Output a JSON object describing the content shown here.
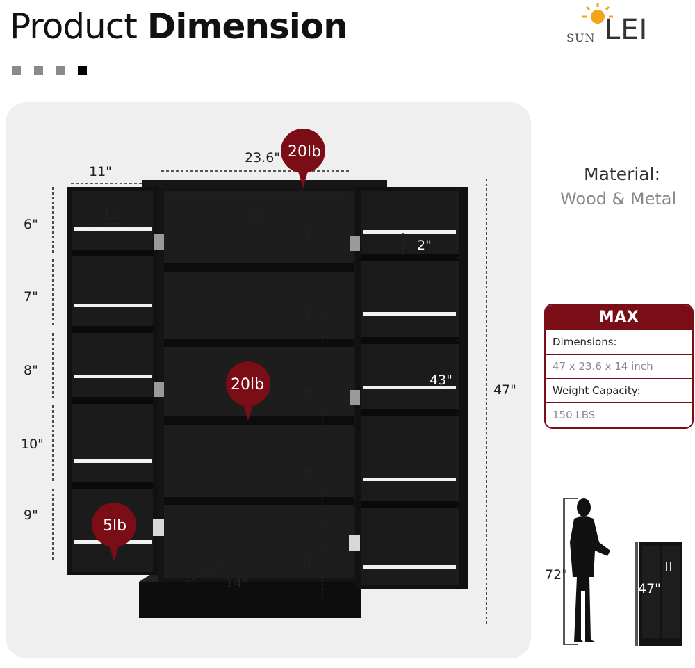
{
  "header": {
    "title_light": "Product",
    "title_bold": "Dimension",
    "indicator_dots": [
      {
        "color": "#8a8a8a",
        "active": false
      },
      {
        "color": "#8a8a8a",
        "active": false
      },
      {
        "color": "#8a8a8a",
        "active": false
      },
      {
        "color": "#000000",
        "active": true
      }
    ]
  },
  "logo": {
    "text_small": "SUN",
    "text_large": "LEI",
    "sun_color": "#f2a51a"
  },
  "cabinet": {
    "top_width": "23.6\"",
    "top_load": "20lb",
    "door_depth": "11\"",
    "door_shelf_width": "10\"",
    "inner_width": "22\"",
    "middle_load": "20lb",
    "door_load": "5lb",
    "depth": "14\"",
    "left_door_heights": [
      "6\"",
      "7\"",
      "8\"",
      "10\"",
      "9\""
    ],
    "center_heights": [
      "7\"",
      "7\"",
      "9\"",
      "9\"",
      "9\""
    ],
    "right_door_gap": "2\"",
    "inner_height": "43\"",
    "total_height": "47\""
  },
  "material": {
    "heading": "Material:",
    "value": "Wood & Metal"
  },
  "spec_card": {
    "header": "MAX",
    "dimensions_label": "Dimensions:",
    "dimensions_value": "47 x 23.6 x 14 inch",
    "weight_label": "Weight Capacity:",
    "weight_value": "150 LBS",
    "accent_color": "#7a0d16"
  },
  "comparison": {
    "person_height": "72\"",
    "cabinet_height": "47\""
  }
}
